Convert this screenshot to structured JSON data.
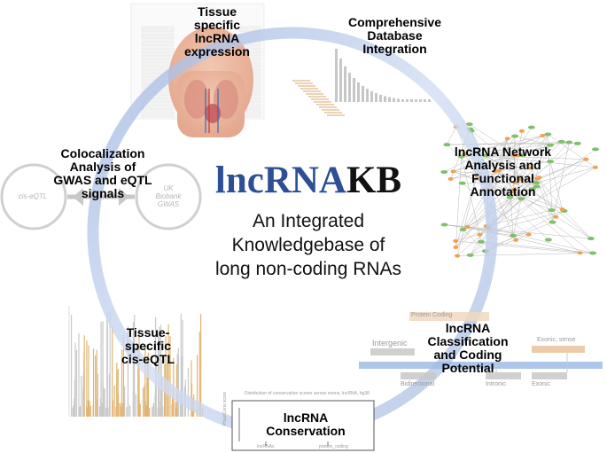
{
  "title": {
    "part1": "lncRNA",
    "part2": "KB"
  },
  "subtitle": [
    "An Integrated",
    "Knowledgebase of",
    "long non-coding RNAs"
  ],
  "modules": {
    "tissue_expression": [
      "Tissue",
      "specific",
      "lncRNA",
      "expression"
    ],
    "database": [
      "Comprehensive",
      "Database",
      "Integration"
    ],
    "network": [
      "lncRNA Network",
      "Analysis and",
      "Functional",
      "Annotation"
    ],
    "classification": [
      "lncRNA",
      "Classification",
      "and Coding",
      "Potential"
    ],
    "conservation": [
      "lncRNA",
      "Conservation"
    ],
    "eqtl": [
      "Tissue-",
      "specific",
      "cis-eQTL"
    ],
    "colocalization": [
      "Colocalization",
      "Analysis of",
      "GWAS and eQTL",
      "signals"
    ]
  },
  "venn": {
    "left": "cis-eQTL",
    "right": [
      "UK",
      "Biobank",
      "GWAS"
    ]
  },
  "classification_labels": {
    "protein_coding": "Protein Coding",
    "intergenic": "Intergenic",
    "bidirectional": "Bidirectional",
    "exonic_sense": "Exonic, sense",
    "intronic": "Intronic",
    "exonic": "Exonic"
  },
  "conservation_plot": {
    "title": "Distribution of conservation scores across exons, lncRNA, hg38",
    "x_categories": [
      "lncRNAs",
      "protein_coding"
    ],
    "ylabel": "PhastCons score"
  },
  "colors": {
    "ring": "#c3d3ee",
    "title_accent": "#2c4f95",
    "title_dark": "#111111"
  }
}
